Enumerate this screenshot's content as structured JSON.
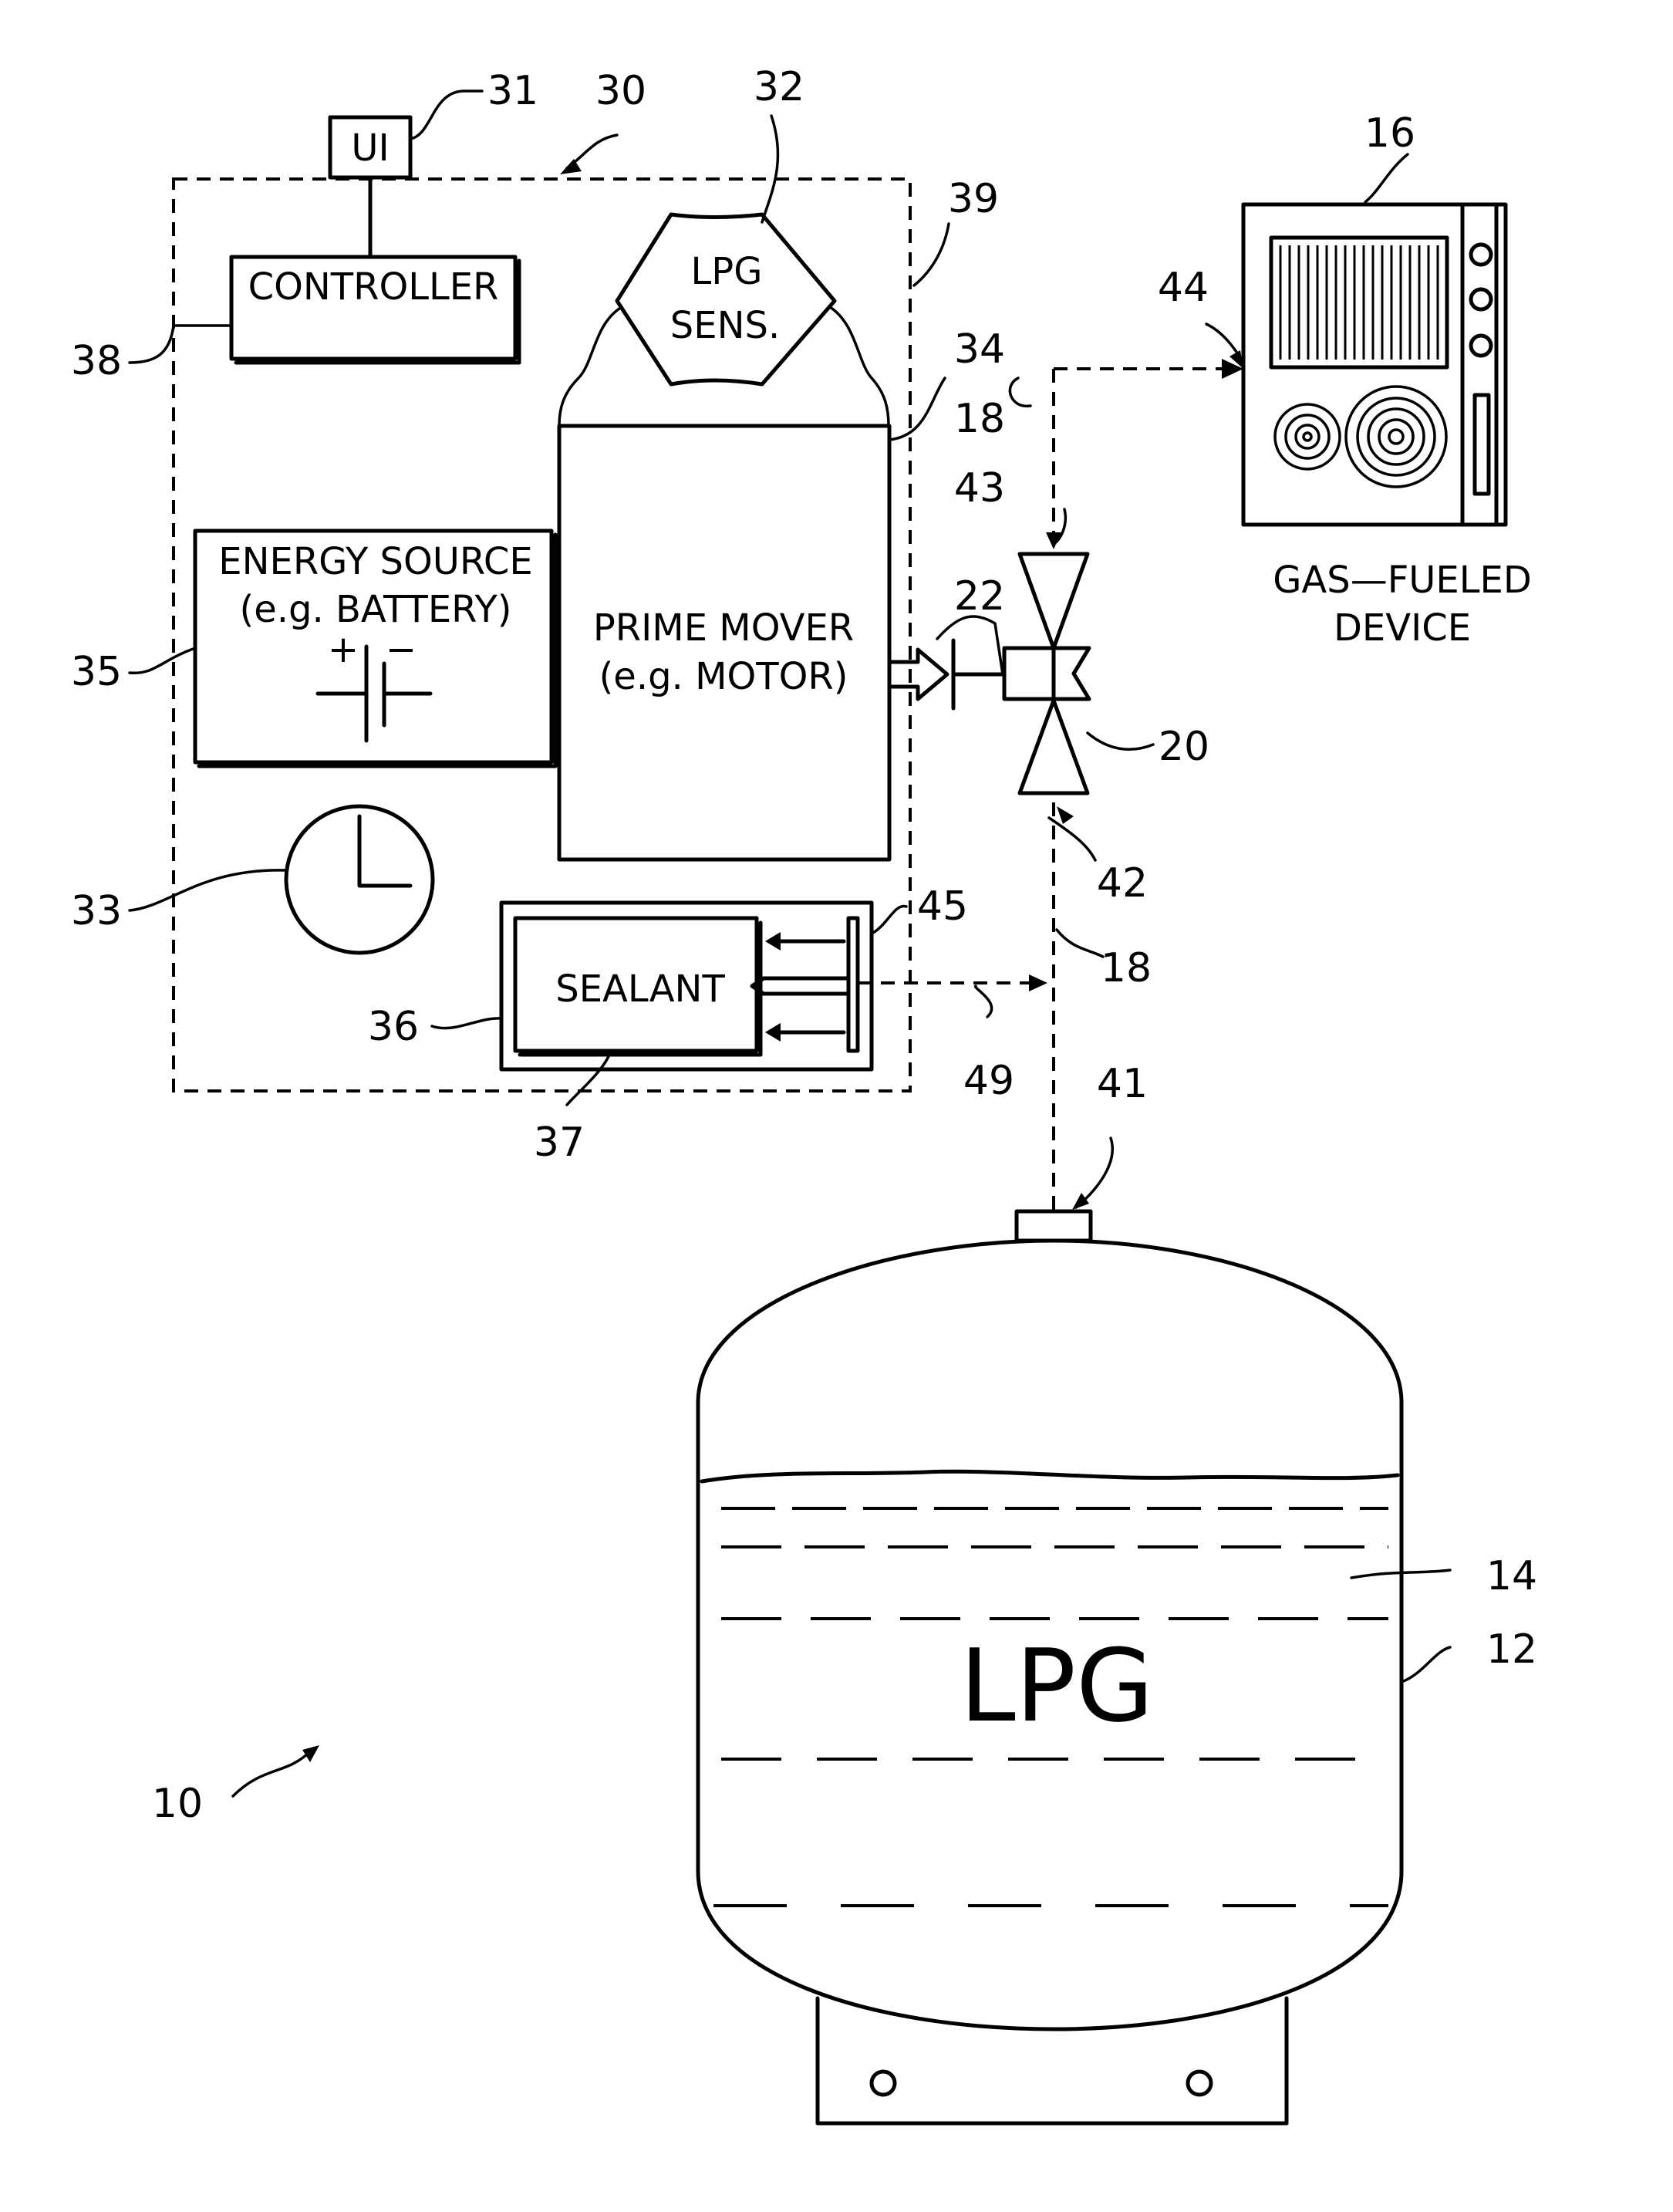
{
  "components": {
    "ui": "UI",
    "controller": "CONTROLLER",
    "lpg_sensor_line1": "LPG",
    "lpg_sensor_line2": "SENS.",
    "energy_source_line1": "ENERGY SOURCE",
    "energy_source_line2": "(e.g. BATTERY)",
    "prime_mover_line1": "PRIME MOVER",
    "prime_mover_line2": "(e.g. MOTOR)",
    "sealant": "SEALANT",
    "tank_content": "LPG",
    "gas_device_line1": "GAS—FUELED",
    "gas_device_line2": "DEVICE",
    "battery_plus": "+",
    "battery_minus": "−"
  },
  "refs": {
    "r10": "10",
    "r12": "12",
    "r14": "14",
    "r16": "16",
    "r18a": "18",
    "r18b": "18",
    "r20": "20",
    "r22": "22",
    "r30": "30",
    "r31": "31",
    "r32": "32",
    "r33": "33",
    "r34": "34",
    "r35": "35",
    "r36": "36",
    "r37": "37",
    "r38": "38",
    "r39": "39",
    "r41": "41",
    "r42": "42",
    "r43": "43",
    "r44": "44",
    "r45": "45",
    "r49": "49"
  }
}
